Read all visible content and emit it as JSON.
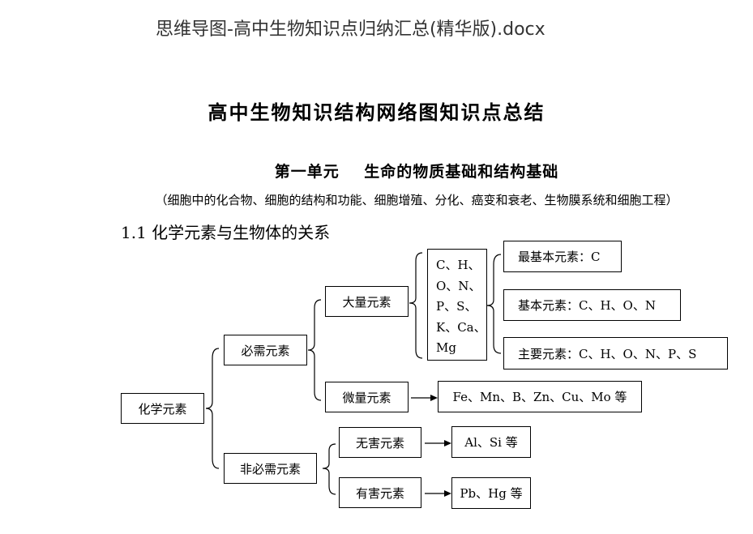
{
  "doc_title": "思维导图-高中生物知识点归纳汇总(精华版).docx",
  "main_title": "高中生物知识结构网络图知识点总结",
  "unit_title": "第一单元    生命的物质基础和结构基础",
  "unit_subtitle": "（细胞中的化合物、细胞的结构和功能、细胞增殖、分化、癌变和衰老、生物膜系统和细胞工程）",
  "section_heading": "1.1 化学元素与生物体的关系",
  "diagram": {
    "root": "化学元素",
    "essential": "必需元素",
    "non_essential": "非必需元素",
    "macro": "大量元素",
    "macro_elements": [
      "C、H、",
      "O、N、",
      "P、S、",
      "K、Ca、",
      "Mg"
    ],
    "most_basic": "最基本元素：C",
    "basic": "基本元素：C、H、O、N",
    "major": "主要元素：C、H、O、N、P、S",
    "trace": "微量元素",
    "trace_elements": "Fe、Mn、B、Zn、Cu、Mo 等",
    "harmless": "无害元素",
    "harmless_elements": "Al、Si 等",
    "harmful": "有害元素",
    "harmful_elements": "Pb、Hg 等"
  }
}
